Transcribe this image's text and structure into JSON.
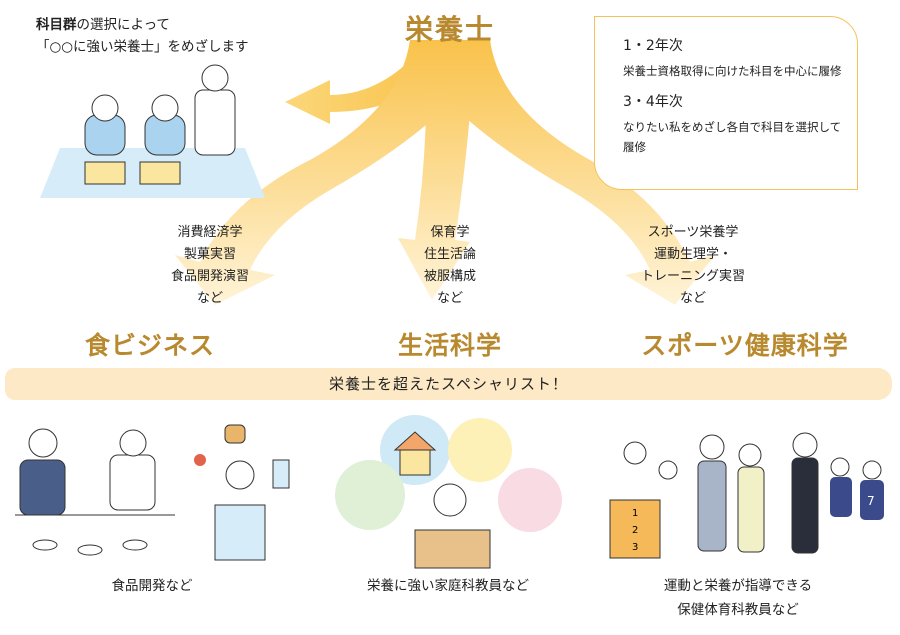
{
  "header": {
    "title": "栄養士"
  },
  "intro": {
    "bold": "科目群",
    "line1_rest": "の選択によって",
    "line2": "「○○に強い栄養士」をめざします"
  },
  "infobox": {
    "items": [
      {
        "heading": "1・2年次",
        "text": "栄養士資格取得に向けた科目を中心に履修"
      },
      {
        "heading": "3・4年次",
        "text": "なりたい私をめざし各自で科目を選択して履修"
      }
    ]
  },
  "branches": [
    {
      "subjects": [
        "消費経済学",
        "製菓実習",
        "食品開発演習",
        "など"
      ],
      "category": "食ビジネス",
      "caption": [
        "食品開発など"
      ]
    },
    {
      "subjects": [
        "保育学",
        "住生活論",
        "被服構成",
        "など"
      ],
      "category": "生活科学",
      "caption": [
        "栄養に強い家庭科教員など"
      ]
    },
    {
      "subjects": [
        "スポーツ栄養学",
        "運動生理学・",
        "トレーニング実習",
        "など"
      ],
      "category": "スポーツ健康科学",
      "caption": [
        "運動と栄養が指導できる",
        "保健体育科教員など"
      ]
    }
  ],
  "band": {
    "text": "栄養士を超えたスペシャリスト！"
  },
  "illustration_labels": {
    "steps": [
      "1",
      "2",
      "3"
    ],
    "jersey": "7"
  },
  "colors": {
    "accent": "#b8892e",
    "band": "#fde9c6",
    "arrow": "#f9c24a",
    "border": "#f5c15a"
  }
}
